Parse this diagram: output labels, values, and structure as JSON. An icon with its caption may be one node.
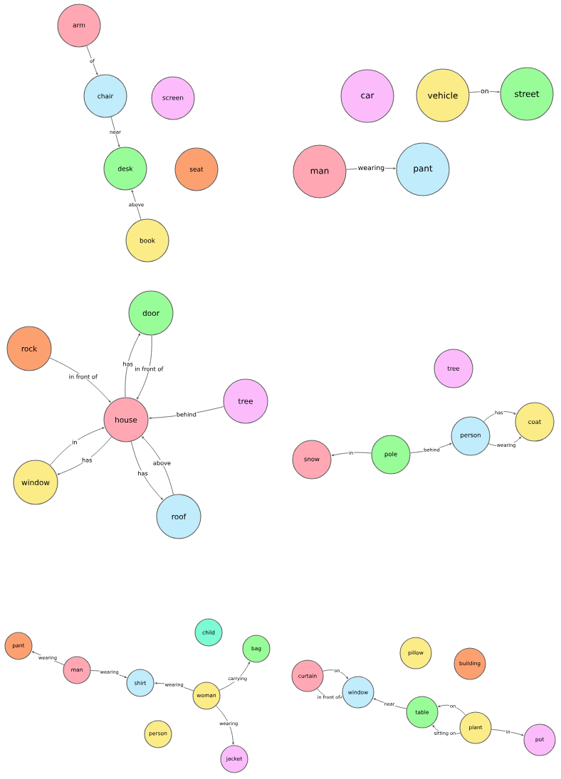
{
  "diagram": {
    "nodes": [
      {
        "text": [
          "arm"
        ]
      },
      {
        "text": [
          "chair"
        ]
      },
      {
        "text": [
          "screen"
        ]
      },
      {
        "text": [
          "desk"
        ]
      },
      {
        "text": [
          "seat"
        ]
      },
      {
        "text": [
          "book"
        ]
      },
      {
        "text": [
          "car"
        ]
      },
      {
        "text": [
          "vehicle"
        ]
      },
      {
        "text": [
          "street"
        ]
      },
      {
        "text": [
          "man"
        ]
      },
      {
        "text": [
          "pant"
        ]
      },
      {
        "text": [
          "door"
        ]
      },
      {
        "text": [
          "rock"
        ]
      },
      {
        "text": [
          "tree"
        ]
      },
      {
        "text": [
          "house"
        ]
      },
      {
        "text": [
          "window"
        ]
      },
      {
        "text": [
          "roof"
        ]
      },
      {
        "text": [
          "tree"
        ]
      },
      {
        "text": [
          "coat"
        ]
      },
      {
        "text": [
          "person"
        ]
      },
      {
        "text": [
          "snow"
        ]
      },
      {
        "text": [
          "pole"
        ]
      },
      {
        "text": [
          "child"
        ]
      },
      {
        "text": [
          "pant"
        ]
      },
      {
        "text": [
          "bag"
        ]
      },
      {
        "text": [
          "man"
        ]
      },
      {
        "text": [
          "shirt"
        ]
      },
      {
        "text": [
          "woman"
        ]
      },
      {
        "text": [
          "person"
        ]
      },
      {
        "text": [
          "jacket"
        ]
      },
      {
        "text": [
          "pillow"
        ]
      },
      {
        "text": [
          "building"
        ]
      },
      {
        "text": [
          "curtain"
        ]
      },
      {
        "text": [
          "window"
        ]
      },
      {
        "text": [
          "table"
        ]
      },
      {
        "text": [
          "plant"
        ]
      },
      {
        "text": [
          "pot"
        ]
      }
    ],
    "edges": [
      {
        "from": 0,
        "to": 1,
        "label": "of",
        "arrow": "to"
      },
      {
        "from": 1,
        "to": 3,
        "label": "near",
        "arrow": "to"
      },
      {
        "from": 5,
        "to": 3,
        "label": "above",
        "arrow": "to"
      },
      {
        "from": 7,
        "to": 8,
        "label": "on",
        "arrow": "to"
      },
      {
        "from": 9,
        "to": 10,
        "label": "wearing",
        "arrow": "to"
      },
      {
        "from": 14,
        "to": 11,
        "label": "has",
        "arrow": "to"
      },
      {
        "from": 11,
        "to": 14,
        "label": "in front of",
        "arrow": "to"
      },
      {
        "from": 12,
        "to": 14,
        "label": "in front of",
        "arrow": "to"
      },
      {
        "from": 13,
        "to": 14,
        "label": "behind",
        "arrow": "to"
      },
      {
        "from": 15,
        "to": 14,
        "label": "in",
        "arrow": "to"
      },
      {
        "from": 14,
        "to": 15,
        "label": "has",
        "arrow": "to"
      },
      {
        "from": 14,
        "to": 16,
        "label": "has",
        "arrow": "to"
      },
      {
        "from": 16,
        "to": 14,
        "label": "above",
        "arrow": "to"
      },
      {
        "from": 21,
        "to": 20,
        "label": "in",
        "arrow": "to"
      },
      {
        "from": 21,
        "to": 19,
        "label": "behind",
        "arrow": "to"
      },
      {
        "from": 19,
        "to": 18,
        "label": "has",
        "arrow": "to"
      },
      {
        "from": 19,
        "to": 18,
        "label": "wearing",
        "arrow": "to"
      },
      {
        "from": 25,
        "to": 23,
        "label": "wearing",
        "arrow": "to"
      },
      {
        "from": 25,
        "to": 26,
        "label": "wearing",
        "arrow": "to"
      },
      {
        "from": 27,
        "to": 26,
        "label": "wearing",
        "arrow": "to"
      },
      {
        "from": 27,
        "to": 24,
        "label": "carrying",
        "arrow": "to"
      },
      {
        "from": 27,
        "to": 29,
        "label": "wearing",
        "arrow": "to"
      },
      {
        "from": 32,
        "to": 33,
        "label": "on",
        "arrow": "to"
      },
      {
        "from": 32,
        "to": 33,
        "label": "in front of",
        "arrow": "to"
      },
      {
        "from": 34,
        "to": 33,
        "label": "near",
        "arrow": "to"
      },
      {
        "from": 35,
        "to": 34,
        "label": "on",
        "arrow": "to"
      },
      {
        "from": 35,
        "to": 34,
        "label": "sitting on",
        "arrow": "to"
      },
      {
        "from": 35,
        "to": 36,
        "label": "in",
        "arrow": "to"
      }
    ]
  }
}
